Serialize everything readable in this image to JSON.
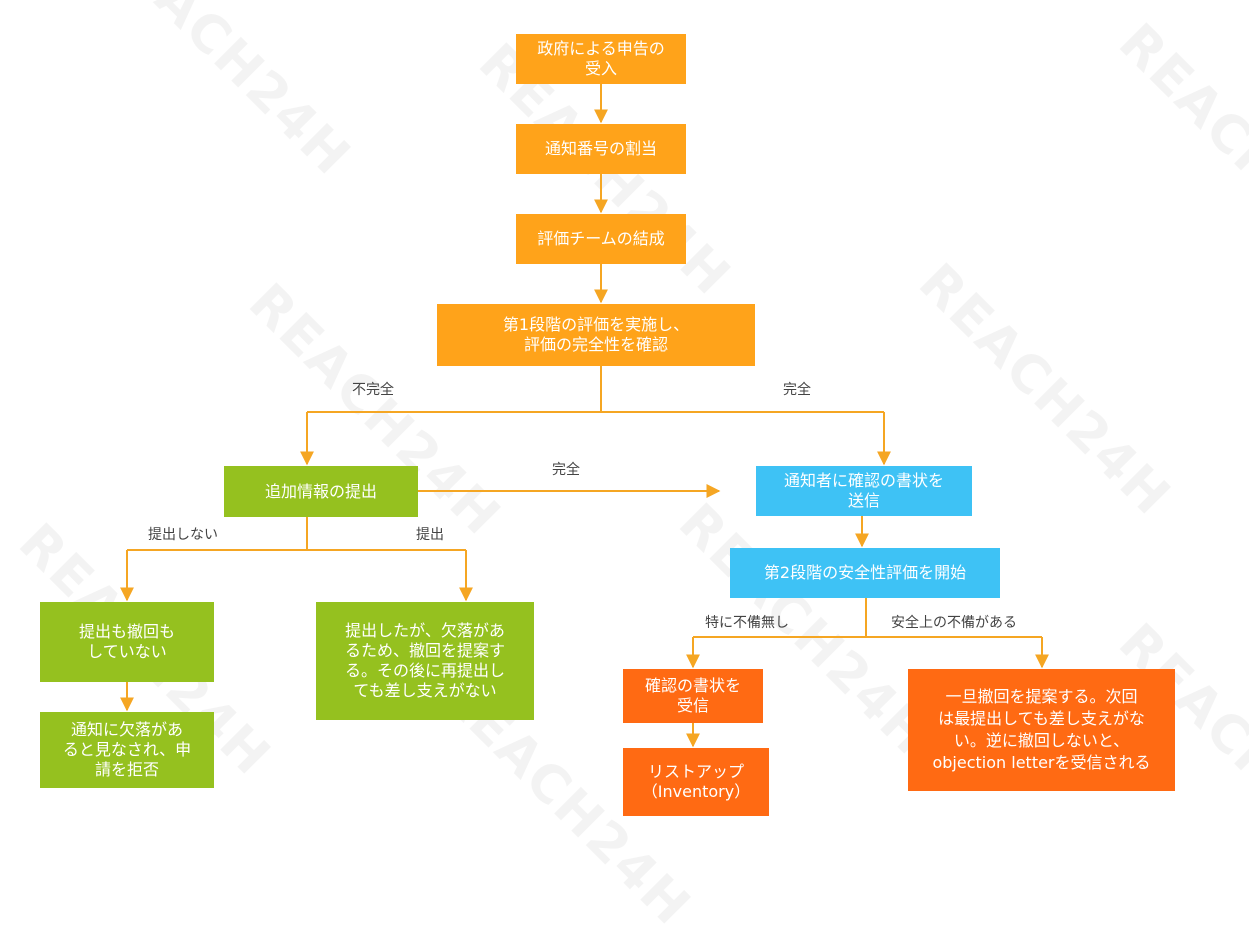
{
  "colors": {
    "orange": "#FFA31A",
    "green": "#95C11F",
    "blue": "#3EC2F5",
    "red_orange": "#FF6A13",
    "line": "#F5A623"
  },
  "nodes": {
    "receive": "政府による申告の\n受入",
    "assign": "通知番号の割当",
    "team": "評価チームの結成",
    "stage1": "第1段階の評価を実施し、\n評価の完全性を確認",
    "additional": "追加情報の提出",
    "send_letter": "通知者に確認の書状を\n送信",
    "stage2": "第2段階の安全性評価を開始",
    "no_submit": "提出も撤回も\nしていない",
    "rejected": "通知に欠落があ\nると見なされ、申\n請を拒否",
    "submitted_gap": "提出したが、欠落があ\nるため、撤回を提案す\nる。その後に再提出し\nても差し支えがない",
    "receive_letter": "確認の書状を\n受信",
    "listup": "リストアップ\n（Inventory）",
    "withdraw": "一旦撤回を提案する。次回\nは最提出しても差し支えがな\nい。逆に撤回しないと、\nobjection letterを受信される"
  },
  "edge_labels": {
    "incomplete": "不完全",
    "complete_right": "完全",
    "complete_mid": "完全",
    "not_submitted": "提出しない",
    "submitted": "提出",
    "no_defect": "特に不備無し",
    "safety_defect": "安全上の不備がある"
  },
  "watermark": "REACH24H"
}
